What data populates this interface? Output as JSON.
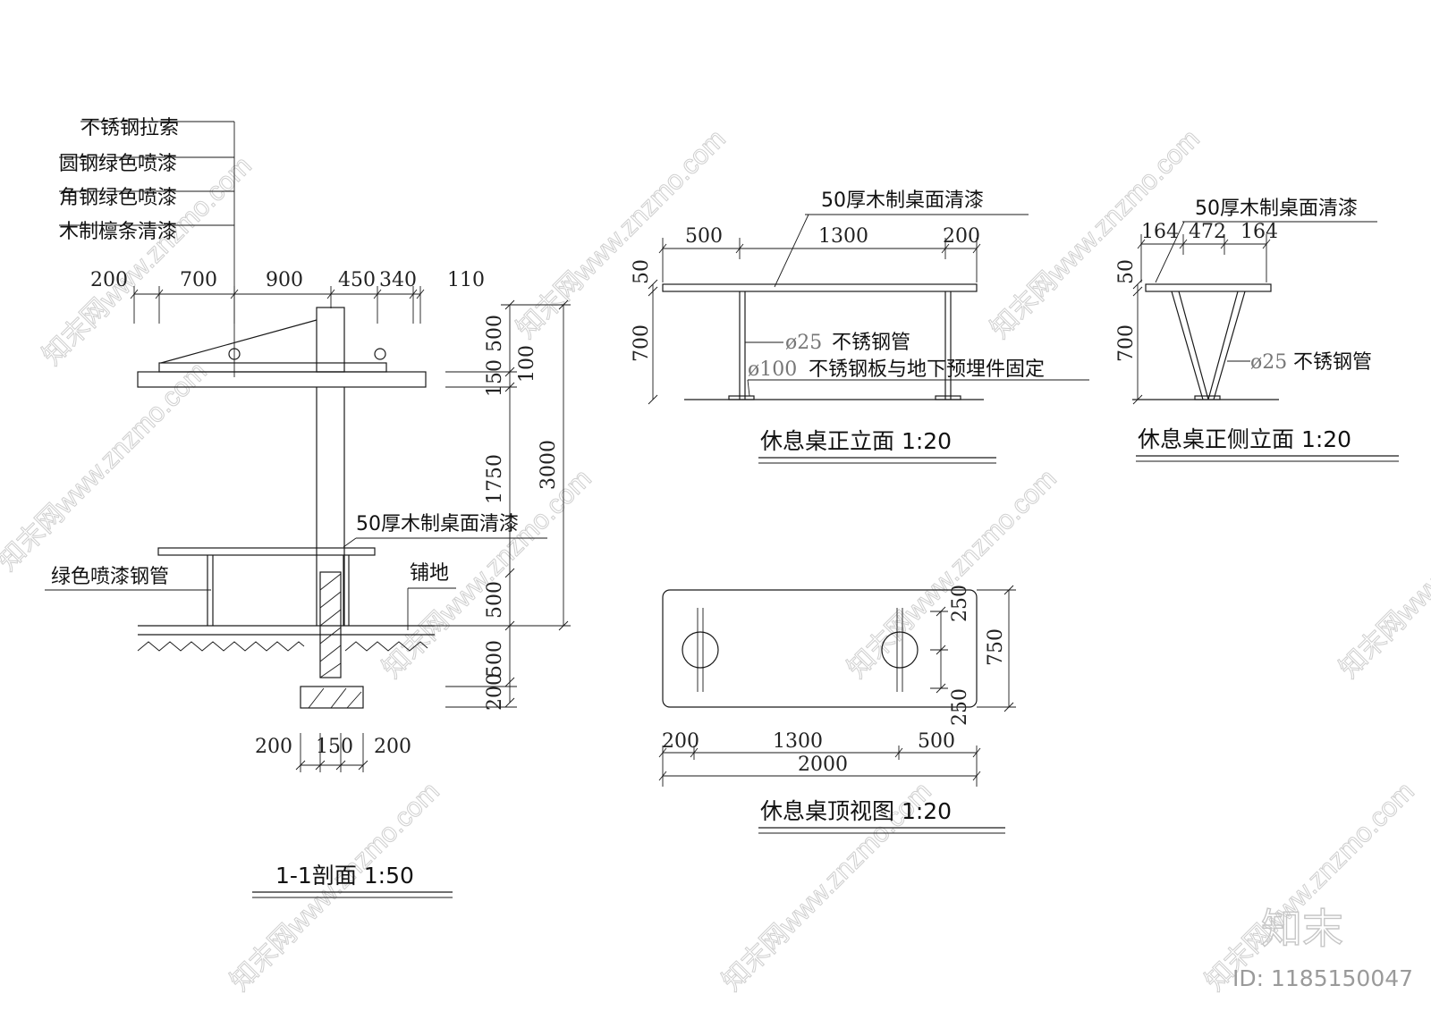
{
  "section": {
    "labels": [
      "不锈钢拉索",
      "圆钢绿色喷漆",
      "角钢绿色喷漆",
      "木制檩条清漆"
    ],
    "table_note": "50厚木制桌面清漆",
    "pipe_note": "绿色喷漆钢管",
    "paving_note": "铺地",
    "top_dims": [
      "200",
      "700",
      "900",
      "450",
      "340",
      "110"
    ],
    "right_dims": [
      "500",
      "150",
      "100",
      "1750",
      "3000",
      "500",
      "500",
      "200"
    ],
    "bottom_dims": [
      "200",
      "150",
      "200"
    ],
    "title": "1-1剖面  1:50"
  },
  "front": {
    "note": "50厚木制桌面清漆",
    "dims": [
      "500",
      "1300",
      "200"
    ],
    "vdims": [
      "50",
      "700"
    ],
    "pipe_note_prefix": "ø25",
    "pipe_note": "不锈钢管",
    "plate_note_prefix": "ø100",
    "plate_note": "不锈钢板与地下预埋件固定",
    "title": "休息桌正立面  1:20"
  },
  "side": {
    "note": "50厚木制桌面清漆",
    "dims": [
      "164",
      "472",
      "164"
    ],
    "vdims": [
      "50",
      "700"
    ],
    "pipe_note_prefix": "ø25",
    "pipe_note": "不锈钢管",
    "title": "休息桌正侧立面  1:20"
  },
  "plan": {
    "vdims": [
      "250",
      "250",
      "750"
    ],
    "dims": [
      "200",
      "1300",
      "500",
      "2000"
    ],
    "title": "休息桌顶视图  1:20"
  },
  "watermark": {
    "text": "知末网www.znzmo.com",
    "logo": "知末",
    "id": "ID: 1185150047"
  }
}
